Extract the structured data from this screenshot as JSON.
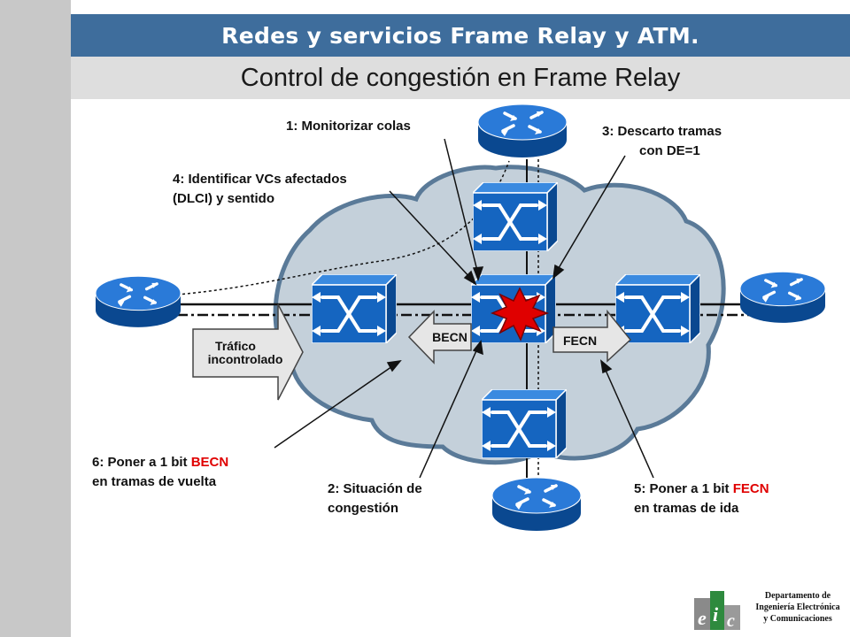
{
  "header": {
    "title": "Redes y servicios Frame Relay y ATM."
  },
  "subtitle": "Control de congestión en Frame Relay",
  "labels": {
    "step1": "1: Monitorizar colas",
    "step3_line1": "3: Descarto tramas",
    "step3_line2": "con DE=1",
    "step4_line1": "4: Identificar VCs afectados",
    "step4_line2": "(DLCI) y sentido",
    "step6_prefix": "6: Poner a 1 bit ",
    "step6_bit": "BECN",
    "step6_line2": "en tramas de vuelta",
    "step2_line1": "2: Situación de",
    "step2_line2": "congestión",
    "step5_prefix": "5: Poner a 1 bit ",
    "step5_bit": "FECN",
    "step5_line2": "en tramas de ida"
  },
  "arrows": {
    "traffic_line1": "Tráfico",
    "traffic_line2": "incontrolado",
    "becn": "BECN",
    "fecn": "FECN"
  },
  "department": {
    "line1": "Departamento de",
    "line2": "Ingeniería Electrónica",
    "line3": "y Comunicaciones"
  },
  "colors": {
    "header_bg": "#3e6d9c",
    "cloud_fill": "#c4d0da",
    "cloud_stroke": "#5a7a98",
    "device_blue": "#1060b8",
    "congestion": "#e00000",
    "highlight_text": "#e00000"
  }
}
